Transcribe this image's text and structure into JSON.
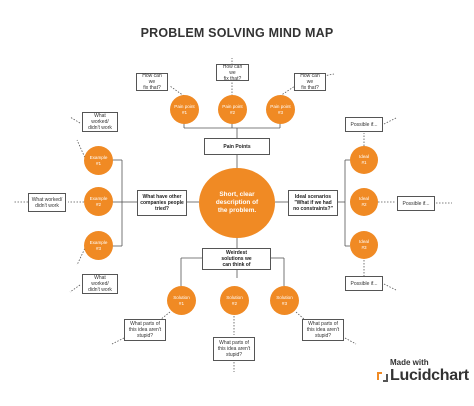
{
  "title": "PROBLEM SOLVING MIND MAP",
  "colors": {
    "orange": "#f08a24",
    "line": "#555555",
    "box_border": "#555555",
    "text": "#333333"
  },
  "center": "Short, clear\ndescription of\nthe problem.",
  "hubs": {
    "pain_points": "Pain Points",
    "other_companies": "What have other\ncompanies people\ntried?",
    "ideal": "Ideal scenarios\n\"What if we had\nno constraints?\"",
    "weirdest": "Weirdest\nsolutions we\ncan think of"
  },
  "pain_points": [
    {
      "circle": "Pain point\n#1",
      "question": "How can we\nfix that?"
    },
    {
      "circle": "Pain point\n#2",
      "question": "How can we\nfix that?"
    },
    {
      "circle": "Pain point\n#3",
      "question": "How can we\nfix that?"
    }
  ],
  "examples": [
    {
      "circle": "Example\n#1",
      "note": "What worked/\ndidn't work"
    },
    {
      "circle": "Example\n#2",
      "note": "What worked/\ndidn't work"
    },
    {
      "circle": "Example\n#3",
      "note": "What worked/\ndidn't work"
    }
  ],
  "ideals": [
    {
      "circle": "Ideal\n#1",
      "note": "Possible if..."
    },
    {
      "circle": "Ideal\n#2",
      "note": "Possible if..."
    },
    {
      "circle": "Ideal\n#3",
      "note": "Possible if..."
    }
  ],
  "solutions": [
    {
      "circle": "Solution\n#1",
      "note": "What parts of\nthis idea aren't\nstupid?"
    },
    {
      "circle": "Solution\n#2",
      "note": "What parts of\nthis idea aren't\nstupid?"
    },
    {
      "circle": "Solution\n#3",
      "note": "What parts of\nthis idea aren't\nstupid?"
    }
  ],
  "brand": {
    "made_with": "Made with",
    "name": "Lucidchart"
  }
}
